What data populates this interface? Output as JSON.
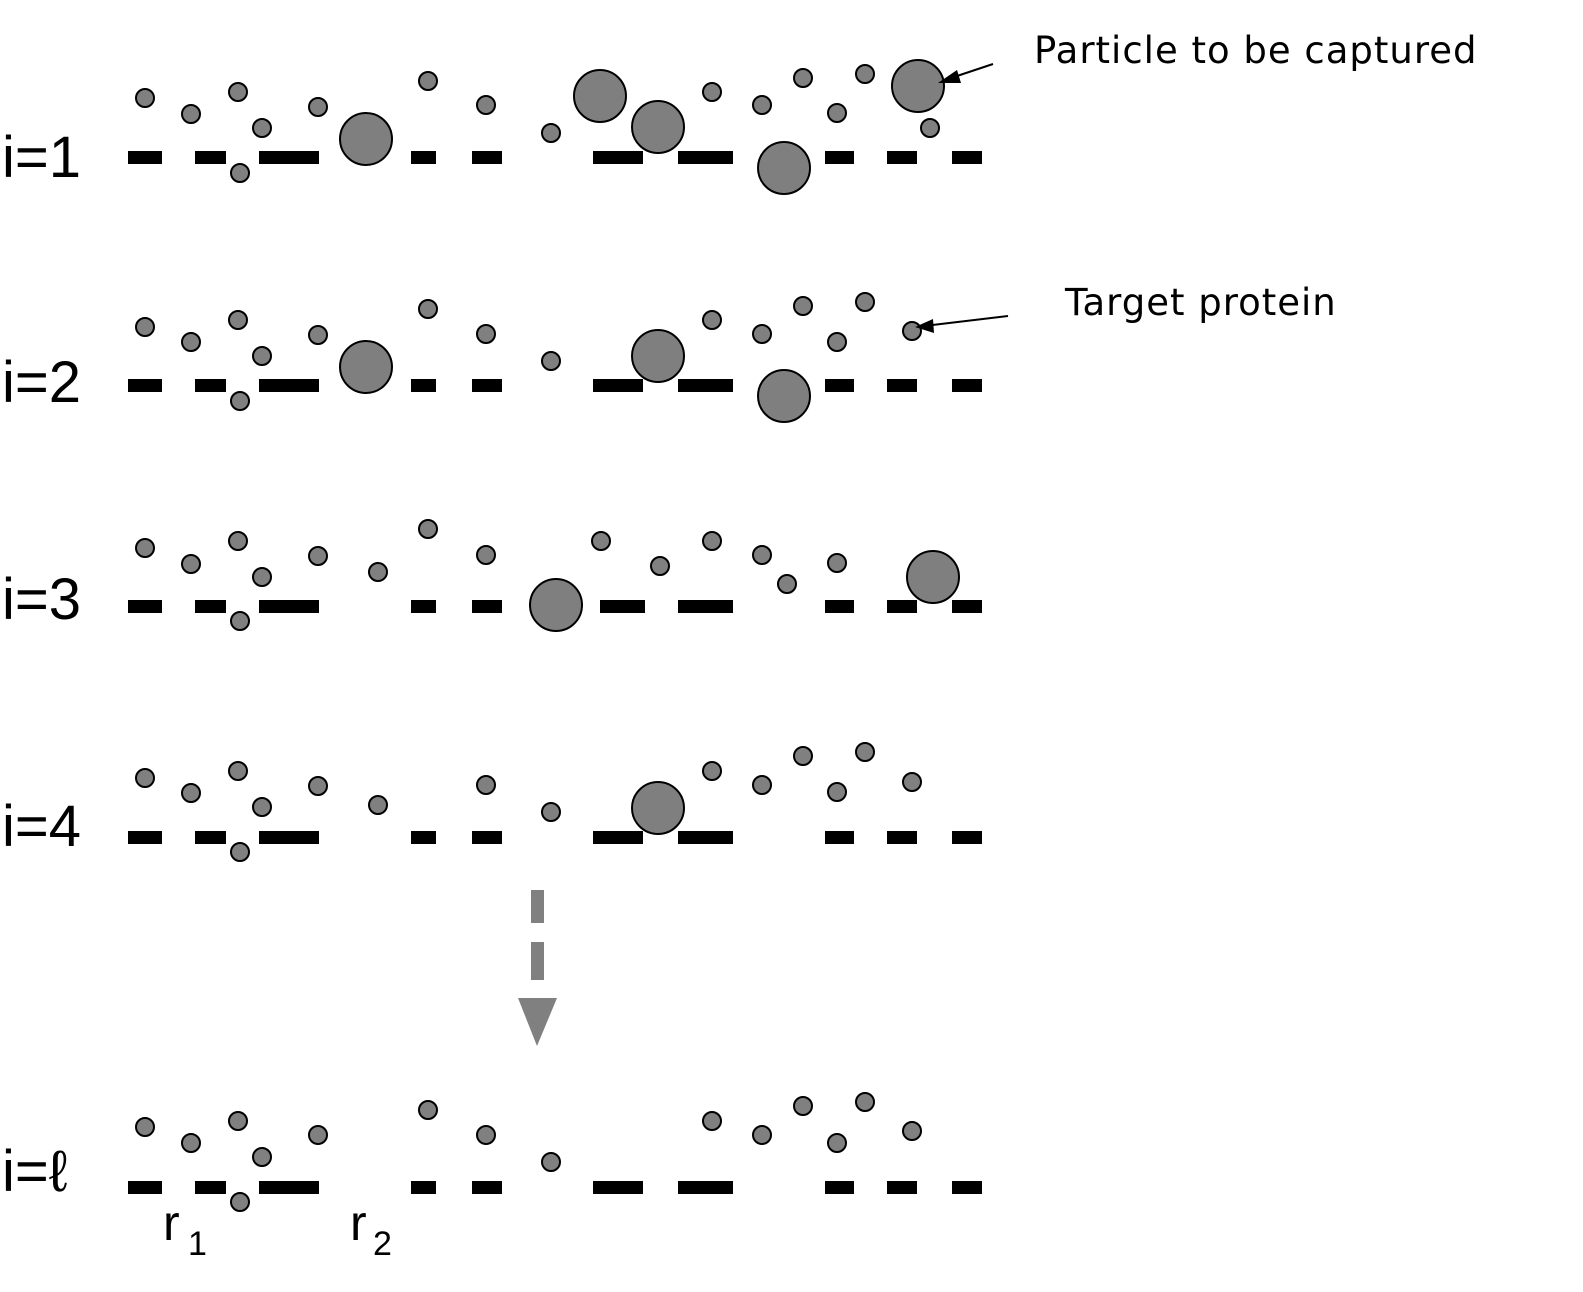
{
  "rows": [
    {
      "id": "row-1",
      "label": "i=1"
    },
    {
      "id": "row-2",
      "label": "i=2"
    },
    {
      "id": "row-3",
      "label": "i=3"
    },
    {
      "id": "row-4",
      "label": "i=4"
    },
    {
      "id": "row-l",
      "label": "i=ℓ"
    }
  ],
  "annotations": {
    "particle": "Particle to be captured",
    "target": "Target protein"
  },
  "pores": {
    "r1": {
      "main": "r",
      "sub": "1"
    },
    "r2": {
      "main": "r",
      "sub": "2"
    }
  },
  "colors": {
    "particle_fill": "#7f7f7f",
    "protein_fill": "#808080",
    "membrane": "#000000",
    "flow_arrow": "#808080"
  }
}
